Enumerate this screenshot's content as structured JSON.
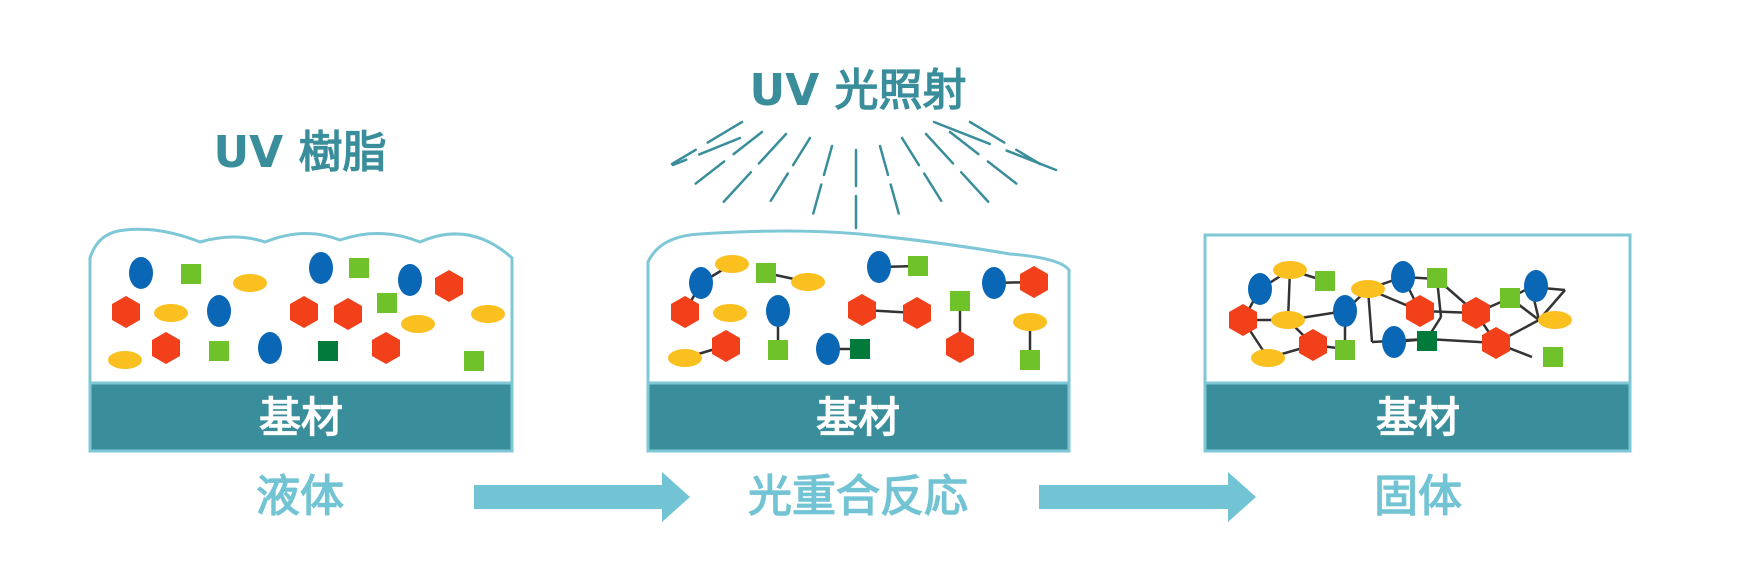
{
  "labels": {
    "uv_resin": "UV 樹脂",
    "uv_irradiation": "UV 光照射",
    "substrate_1": "基材",
    "substrate_2": "基材",
    "substrate_3": "基材",
    "state_liquid": "液体",
    "state_reaction": "光重合反応",
    "state_solid": "固体"
  },
  "colors": {
    "teal": "#3a8e9b",
    "light_teal": "#72c4d4",
    "blue": "#0a67b5",
    "yellow": "#f9c020",
    "red": "#f2401b",
    "light_green": "#6fc22a",
    "dark_green": "#027a3c",
    "outline": "#7ec7d6"
  },
  "icons": {
    "arrow_1": "right-arrow-icon",
    "arrow_2": "right-arrow-icon"
  }
}
